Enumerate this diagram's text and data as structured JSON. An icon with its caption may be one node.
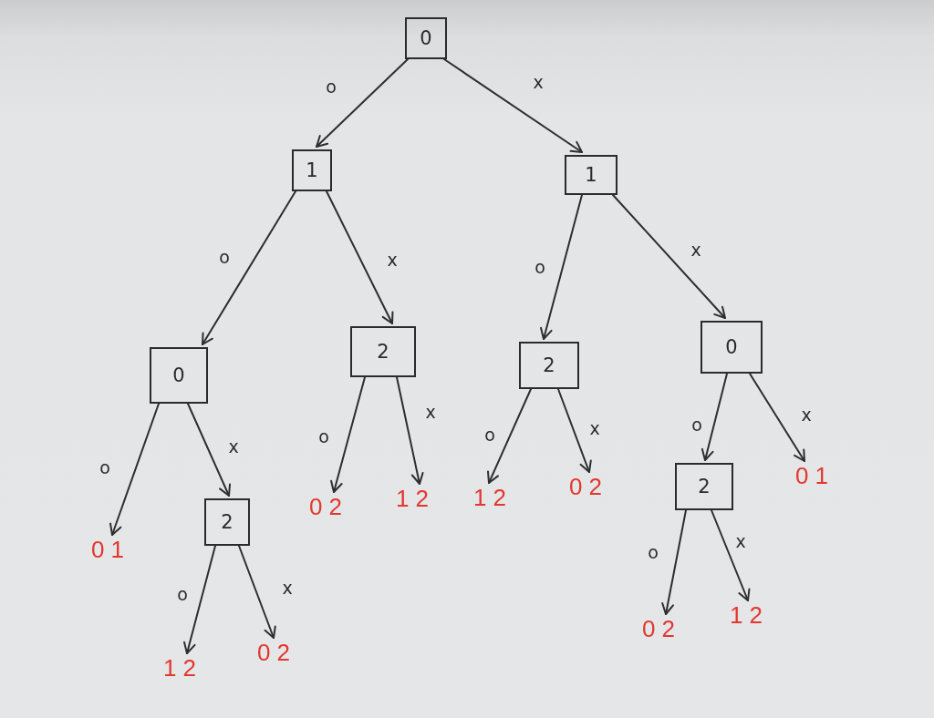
{
  "diagram": {
    "nodes": [
      {
        "text": [
          "0"
        ]
      },
      {
        "text": [
          "1"
        ]
      },
      {
        "text": [
          "1"
        ]
      },
      {
        "text": [
          "0"
        ]
      },
      {
        "text": [
          "2"
        ]
      },
      {
        "text": [
          "2"
        ]
      },
      {
        "text": [
          "0"
        ]
      },
      {
        "text": [
          "0 1"
        ]
      },
      {
        "text": [
          "2"
        ]
      },
      {
        "text": [
          "0 2"
        ]
      },
      {
        "text": [
          "1 2"
        ]
      },
      {
        "text": [
          "1 2"
        ]
      },
      {
        "text": [
          "0 2"
        ]
      },
      {
        "text": [
          "2"
        ]
      },
      {
        "text": [
          "0 1"
        ]
      },
      {
        "text": [
          "1 2"
        ]
      },
      {
        "text": [
          "0 2"
        ]
      },
      {
        "text": [
          "0 2"
        ]
      },
      {
        "text": [
          "1 2"
        ]
      }
    ],
    "edges": [
      {
        "from": 0,
        "to": 1,
        "arrow": "to",
        "label": "o"
      },
      {
        "from": 0,
        "to": 2,
        "arrow": "to",
        "label": "x"
      },
      {
        "from": 1,
        "to": 3,
        "arrow": "to",
        "label": "o"
      },
      {
        "from": 1,
        "to": 4,
        "arrow": "to",
        "label": "x"
      },
      {
        "from": 2,
        "to": 5,
        "arrow": "to",
        "label": "o"
      },
      {
        "from": 2,
        "to": 6,
        "arrow": "to",
        "label": "x"
      },
      {
        "from": 3,
        "to": 7,
        "arrow": "to",
        "label": "o"
      },
      {
        "from": 3,
        "to": 8,
        "arrow": "to",
        "label": "x"
      },
      {
        "from": 4,
        "to": 9,
        "arrow": "to",
        "label": "o"
      },
      {
        "from": 4,
        "to": 10,
        "arrow": "to",
        "label": "x"
      },
      {
        "from": 5,
        "to": 11,
        "arrow": "to",
        "label": "o"
      },
      {
        "from": 5,
        "to": 12,
        "arrow": "to",
        "label": "x"
      },
      {
        "from": 6,
        "to": 13,
        "arrow": "to",
        "label": "o"
      },
      {
        "from": 6,
        "to": 14,
        "arrow": "to",
        "label": "x"
      },
      {
        "from": 8,
        "to": 15,
        "arrow": "to",
        "label": "o"
      },
      {
        "from": 8,
        "to": 16,
        "arrow": "to",
        "label": "x"
      },
      {
        "from": 13,
        "to": 17,
        "arrow": "to",
        "label": "o"
      },
      {
        "from": 13,
        "to": 18,
        "arrow": "to",
        "label": "x"
      }
    ]
  }
}
